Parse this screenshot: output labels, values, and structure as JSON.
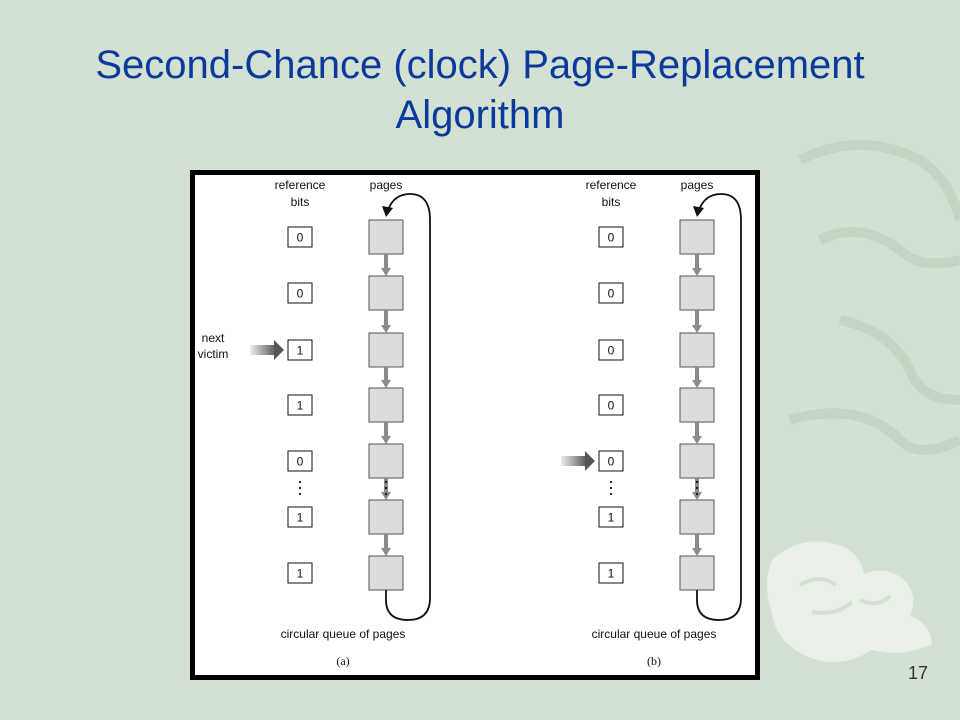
{
  "slide": {
    "title_line1": "Second-Chance (clock) Page-Replacement",
    "title_line2": "Algorithm",
    "page_number": "17"
  },
  "colors": {
    "background": "#d3e1d2",
    "title": "#0c3a9c",
    "page_fill": "#dcdcdc",
    "arrow_gray": "#8a8a8a"
  },
  "diagram": {
    "panels": [
      {
        "id": "a",
        "caption": "(a)",
        "header_ref": [
          "reference",
          "bits"
        ],
        "header_pages": "pages",
        "footer": "circular queue of pages",
        "bits": [
          "0",
          "0",
          "1",
          "1",
          "0",
          "1",
          "1"
        ],
        "pointer_row": 2,
        "pointer_label": [
          "next",
          "victim"
        ]
      },
      {
        "id": "b",
        "caption": "(b)",
        "header_ref": [
          "reference",
          "bits"
        ],
        "header_pages": "pages",
        "footer": "circular queue of pages",
        "bits": [
          "0",
          "0",
          "0",
          "0",
          "0",
          "1",
          "1"
        ],
        "pointer_row": 4,
        "pointer_label": []
      }
    ]
  }
}
